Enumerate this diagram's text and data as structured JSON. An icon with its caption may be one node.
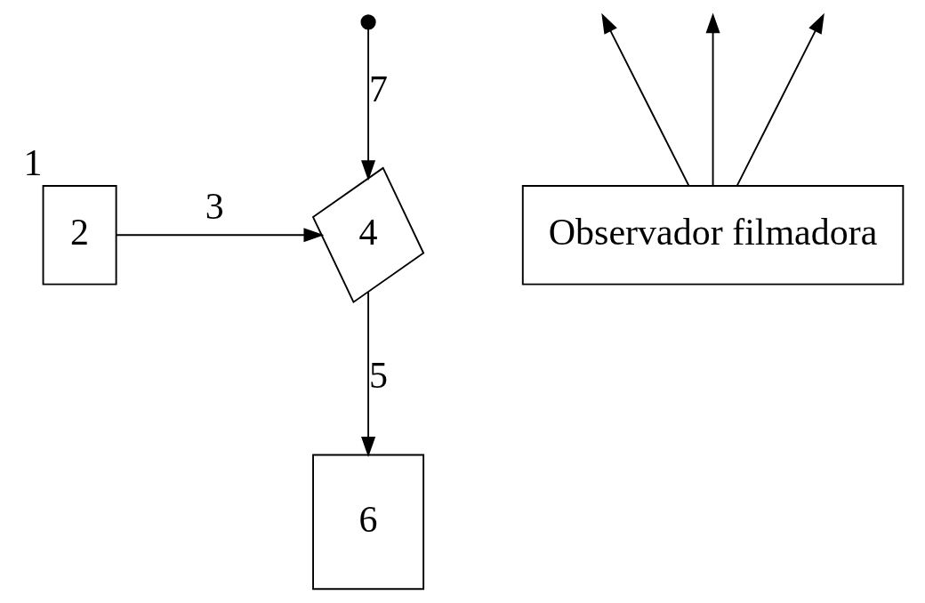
{
  "diagram": {
    "nodes": [
      {
        "text": [
          "2"
        ],
        "beside": [
          "1"
        ]
      },
      {
        "text": [
          "4"
        ]
      },
      {
        "text": [
          "6"
        ]
      },
      {
        "text": [
          "Observador filmadora"
        ]
      }
    ],
    "edges": [
      {
        "from": 0,
        "to": 1,
        "arrow": "to",
        "label": "3"
      },
      {
        "from": 1,
        "to": 2,
        "arrow": "to",
        "label": "5"
      },
      {
        "from": null,
        "to": 1,
        "arrow": "to",
        "label": "7"
      },
      {
        "from": 3,
        "to": null,
        "arrow": "to"
      },
      {
        "from": 3,
        "to": null,
        "arrow": "to"
      },
      {
        "from": 3,
        "to": null,
        "arrow": "to"
      }
    ]
  }
}
